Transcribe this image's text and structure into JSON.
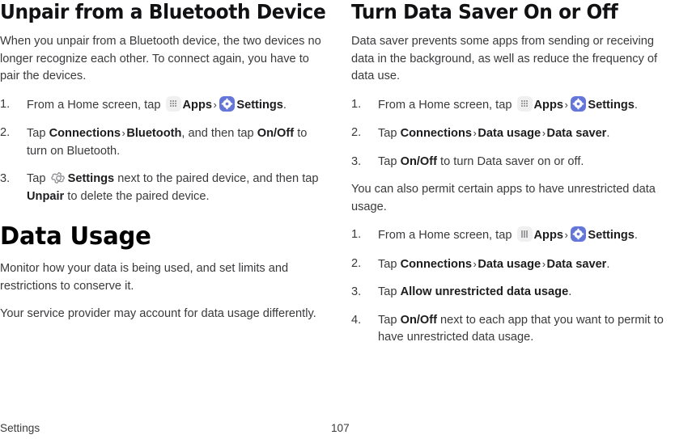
{
  "page": {
    "footer_left": "Settings",
    "page_number": "107"
  },
  "colors": {
    "settings_blue": "#6477d8",
    "apps_bg": "#f0f0f0",
    "body_text": "#3a3a3c",
    "heading_text": "#111113"
  },
  "left_column": {
    "heading": "Unpair from a Bluetooth Device",
    "intro": "When you unpair from a Bluetooth device, the two devices no longer recognize each other. To connect again, you have to pair the devices.",
    "steps": [
      {
        "num": "1.",
        "parts": [
          {
            "type": "text",
            "text": "From a Home screen, tap "
          },
          {
            "type": "icon",
            "icon": "apps-grid-icon"
          },
          {
            "type": "bold",
            "text": "Apps"
          },
          {
            "type": "chevron",
            "text": "›"
          },
          {
            "type": "icon",
            "icon": "settings-gear-blue-icon"
          },
          {
            "type": "bold",
            "text": "Settings"
          },
          {
            "type": "text",
            "text": "."
          }
        ]
      },
      {
        "num": "2.",
        "parts": [
          {
            "type": "text",
            "text": "Tap "
          },
          {
            "type": "bold",
            "text": "Connections"
          },
          {
            "type": "chevron",
            "text": "›"
          },
          {
            "type": "bold",
            "text": "Bluetooth"
          },
          {
            "type": "text",
            "text": ", and then tap "
          },
          {
            "type": "bold",
            "text": "On/Off"
          },
          {
            "type": "text",
            "text": " to turn on Bluetooth."
          }
        ]
      },
      {
        "num": "3.",
        "parts": [
          {
            "type": "text",
            "text": "Tap "
          },
          {
            "type": "icon",
            "icon": "gear-outline-icon"
          },
          {
            "type": "bold",
            "text": "Settings"
          },
          {
            "type": "text",
            "text": " next to the paired device, and then tap "
          },
          {
            "type": "bold",
            "text": "Unpair"
          },
          {
            "type": "text",
            "text": " to delete the paired device."
          }
        ]
      }
    ],
    "chapter_heading": "Data Usage",
    "chapter_paragraphs": [
      "Monitor how your data is being used, and set limits and restrictions to conserve it.",
      "Your service provider may account for data usage differently."
    ]
  },
  "right_column": {
    "heading": "Turn Data Saver On or Off",
    "intro": "Data saver prevents some apps from sending or receiving data in the background, as well as reduce the frequency of data use.",
    "steps_a": [
      {
        "num": "1.",
        "parts": [
          {
            "type": "text",
            "text": "From a Home screen, tap "
          },
          {
            "type": "icon",
            "icon": "apps-grid-icon"
          },
          {
            "type": "bold",
            "text": "Apps"
          },
          {
            "type": "chevron",
            "text": "›"
          },
          {
            "type": "icon",
            "icon": "settings-gear-blue-icon"
          },
          {
            "type": "bold",
            "text": "Settings"
          },
          {
            "type": "text",
            "text": "."
          }
        ]
      },
      {
        "num": "2.",
        "parts": [
          {
            "type": "text",
            "text": "Tap "
          },
          {
            "type": "bold",
            "text": "Connections"
          },
          {
            "type": "chevron",
            "text": "›"
          },
          {
            "type": "bold",
            "text": "Data usage"
          },
          {
            "type": "chevron",
            "text": "›"
          },
          {
            "type": "bold",
            "text": "Data saver"
          },
          {
            "type": "text",
            "text": "."
          }
        ]
      },
      {
        "num": "3.",
        "parts": [
          {
            "type": "text",
            "text": "Tap "
          },
          {
            "type": "bold",
            "text": "On/Off"
          },
          {
            "type": "text",
            "text": " to turn Data saver on or off."
          }
        ]
      }
    ],
    "mid_paragraph": "You can also permit certain apps to have unrestricted data usage.",
    "steps_b": [
      {
        "num": "1.",
        "parts": [
          {
            "type": "text",
            "text": "From a Home screen, tap "
          },
          {
            "type": "icon",
            "icon": "apps-grid-icon"
          },
          {
            "type": "bold",
            "text": "Apps"
          },
          {
            "type": "chevron",
            "text": "›"
          },
          {
            "type": "icon",
            "icon": "settings-gear-blue-icon"
          },
          {
            "type": "bold",
            "text": "Settings"
          },
          {
            "type": "text",
            "text": "."
          }
        ]
      },
      {
        "num": "2.",
        "parts": [
          {
            "type": "text",
            "text": "Tap "
          },
          {
            "type": "bold",
            "text": "Connections"
          },
          {
            "type": "chevron",
            "text": "›"
          },
          {
            "type": "bold",
            "text": "Data usage"
          },
          {
            "type": "chevron",
            "text": "›"
          },
          {
            "type": "bold",
            "text": "Data saver"
          },
          {
            "type": "text",
            "text": "."
          }
        ]
      },
      {
        "num": "3.",
        "parts": [
          {
            "type": "text",
            "text": "Tap "
          },
          {
            "type": "bold",
            "text": "Allow unrestricted data usage"
          },
          {
            "type": "text",
            "text": "."
          }
        ]
      },
      {
        "num": "4.",
        "parts": [
          {
            "type": "text",
            "text": "Tap "
          },
          {
            "type": "bold",
            "text": "On/Off"
          },
          {
            "type": "text",
            "text": " next to each app that you want to permit to have unrestricted data usage."
          }
        ]
      }
    ]
  }
}
